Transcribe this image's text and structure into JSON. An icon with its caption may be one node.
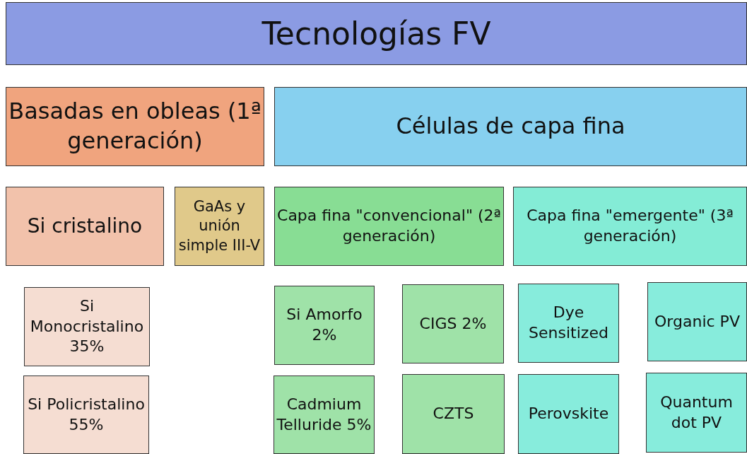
{
  "diagram": {
    "nodes": [
      {
        "text": [
          "Tecnologías FV"
        ]
      },
      {
        "text": [
          "Basadas en obleas (1ª generación)"
        ]
      },
      {
        "text": [
          "Células de capa fina"
        ]
      },
      {
        "text": [
          "Si cristalino"
        ]
      },
      {
        "text": [
          "GaAs y unión simple III-V"
        ]
      },
      {
        "text": [
          "Capa fina \"convencional\" (2ª generación)"
        ]
      },
      {
        "text": [
          "Capa fina \"emergente\" (3ª generación)"
        ]
      },
      {
        "text": [
          "Si Monocristalino 35%"
        ]
      },
      {
        "text": [
          "Si Amorfo 2%"
        ]
      },
      {
        "text": [
          "CIGS 2%"
        ]
      },
      {
        "text": [
          "Dye Sensitized"
        ]
      },
      {
        "text": [
          "Organic PV"
        ]
      },
      {
        "text": [
          "Si Policristalino 55%"
        ]
      },
      {
        "text": [
          "Cadmium Telluride 5%"
        ]
      },
      {
        "text": [
          "CZTS"
        ]
      },
      {
        "text": [
          "Perovskite"
        ]
      },
      {
        "text": [
          "Quantum dot PV"
        ]
      }
    ],
    "edges": []
  }
}
